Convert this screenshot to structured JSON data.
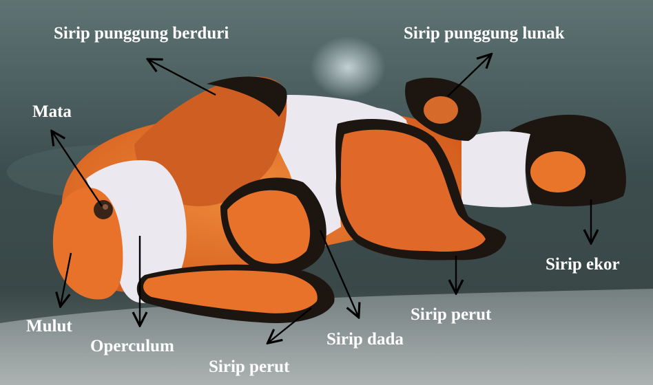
{
  "figure": {
    "colors": {
      "water": "#3a4a4a",
      "orange": "#e8722a",
      "black": "#1a1510",
      "white_band": "#ece8ee",
      "label_text": "#ffffff"
    },
    "labels": {
      "dorsal_spiny": "Sirip punggung berduri",
      "dorsal_soft": "Sirip punggung lunak",
      "eye": "Mata",
      "mouth": "Mulut",
      "operculum": "Operculum",
      "pelvic_front": "Sirip perut",
      "pectoral": "Sirip dada",
      "pelvic_rear": "Sirip perut",
      "caudal": "Sirip ekor"
    }
  }
}
